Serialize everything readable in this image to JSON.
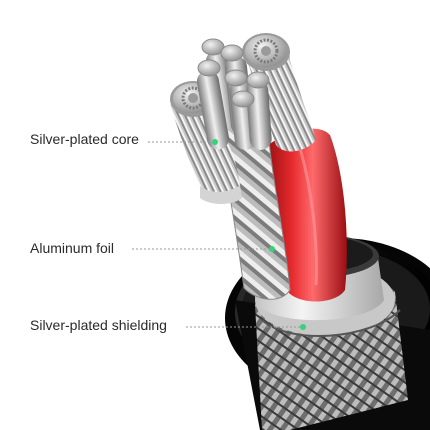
{
  "labels": {
    "core": "Silver-plated core",
    "foil": "Aluminum foil",
    "shielding": "Silver-plated shielding"
  },
  "colors": {
    "accent_dot": "#35d27a",
    "insulation_red": "#d81e22",
    "jacket": "#111111"
  },
  "illustration": "cable-cross-section"
}
